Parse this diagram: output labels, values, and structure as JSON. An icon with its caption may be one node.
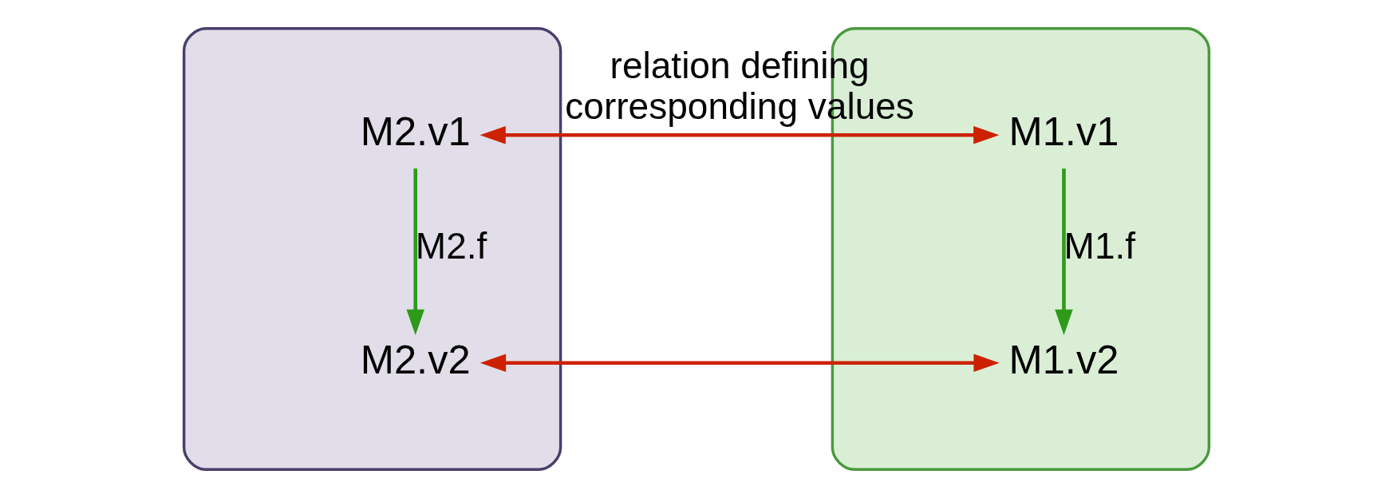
{
  "diagram": {
    "nodes": [
      {
        "text": [],
        "shape": "ellipse"
      },
      {
        "text": [
          "M2.v1"
        ],
        "in": 0
      },
      {
        "text": [
          "M2.v2"
        ],
        "in": 0
      },
      {
        "text": [],
        "shape": "ellipse"
      },
      {
        "text": [
          "M1.v1"
        ],
        "in": 3
      },
      {
        "text": [
          "M1.v2"
        ],
        "in": 3
      }
    ],
    "edges": [
      {
        "from": 1,
        "to": 4,
        "arrow": "both",
        "label": "relation defining corresponding values",
        "color": "#cc2200"
      },
      {
        "from": 1,
        "to": 2,
        "arrow": "to",
        "label": "M2.f",
        "color": "#2e9a1a"
      },
      {
        "from": 4,
        "to": 5,
        "arrow": "to",
        "label": "M1.f",
        "color": "#2e9a1a"
      },
      {
        "from": 2,
        "to": 5,
        "arrow": "both",
        "color": "#cc2200"
      }
    ]
  }
}
